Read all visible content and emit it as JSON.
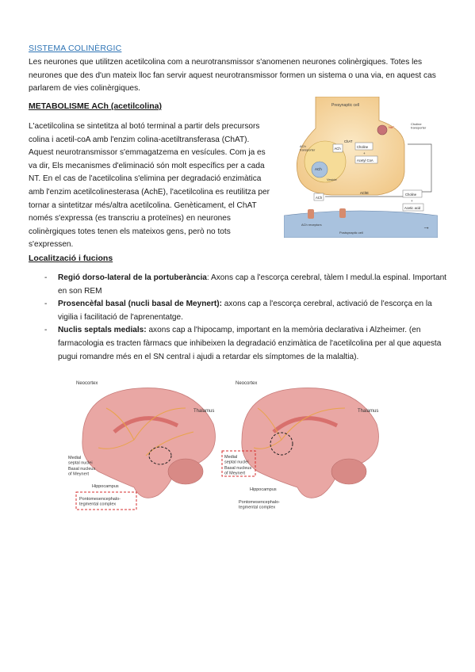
{
  "title": "SISTEMA COLINÈRGIC",
  "intro": "Les neurones que utilitzen acetilcolina com a neurotransmissor s'anomenen neurones colinèrgiques. Totes les neurones que des d'un mateix lloc fan servir aquest neurotransmissor formen un sistema o una via, en aquest cas parlarem de vies colinèrgiques.",
  "section1": {
    "heading": "METABOLISME ACh (acetilcolina)",
    "body": "L'acetilcolina se sintetitza al botó terminal a partir dels precursors colina i acetil-coA amb l'enzim colina-acetiltransferasa (ChAT). Aquest neurotransmissor s'emmagatzema en vesícules. Com ja es va dir, Els mecanismes d'eliminació són molt específics per a cada NT. En el cas de l'acetilcolina s'elimina per degradació enzimàtica amb l'enzim acetilcolinesterasa (AchE), l'acetilcolina es reutilitza per tornar a sintetitzar més/altra acetilcolina. Genèticament, el ChAT només s'expressa (es transcriu a proteïnes) en neurones colinèrgiques totes tenen els mateixos gens, però no tots s'expressen."
  },
  "diagram": {
    "presynaptic": "Presynaptic cell",
    "postsynaptic": "Postsynaptic cell",
    "choline_transporter": "Choline\ntransporter",
    "na": "Na⁺",
    "ach_transporter": "ACh\ntransporter",
    "chat": "ChAT",
    "choline": "Choline",
    "acetyl_coa": "Acetyl CoA",
    "ach": "ACh",
    "vesicle": "Vesicle",
    "ache": "AChE",
    "acetic_acid": "Acetic acid",
    "ach_receptors": "ACh receptors",
    "plus": "+",
    "arrow": "→"
  },
  "section2": {
    "heading": "Localització i fucions",
    "items": [
      {
        "bold": "Regió dorso-lateral de la portuberància",
        "text": ": Axons cap a l'escorça cerebral, tàlem I medul.la espinal. Important en son REM"
      },
      {
        "bold": "Prosencèfal basal (nucli basal de Meynert):",
        "text": " axons cap a l'escorça cerebral, activació de l'escorça en la vigilia i facilitació de l'aprenentatge."
      },
      {
        "bold": "Nuclis septals medials:",
        "text": " axons cap a l'hipocamp, important en la memòria declarativa i Alzheimer. (en farmacologia es tracten fàrmacs que inhibeixen la degradació enzimàtica de l'acetilcolina per al que aquesta pugui romandre més en el SN central i ajudi a retardar els símptomes de la malaltia)."
      }
    ],
    "dash": "-"
  },
  "brain_left": {
    "neocortex": "Neocortex",
    "thalamus": "Thalamus",
    "medial_septal": "Medial\nseptal nuclei",
    "basal_nucleus": "Basal nucleus\nof Meynert",
    "hippocampus": "Hippocampus",
    "pontomes": "Pontomesencephalo-\ntegmental complex"
  },
  "brain_right": {
    "neocortex": "Neocortex",
    "thalamus": "Thalamus",
    "medial_septal": "Medial\nseptal nuclei",
    "basal_nucleus": "Basal nucleus\nof Meynert",
    "hippocampus": "Hippocampus",
    "pontomes": "Pontomesencephalo-\ntegmental complex"
  },
  "colors": {
    "title": "#2e74b5",
    "highlight_box": "#d62c2c",
    "brain_pink": "#e9a7a4",
    "fibers": "#e9a34a"
  }
}
